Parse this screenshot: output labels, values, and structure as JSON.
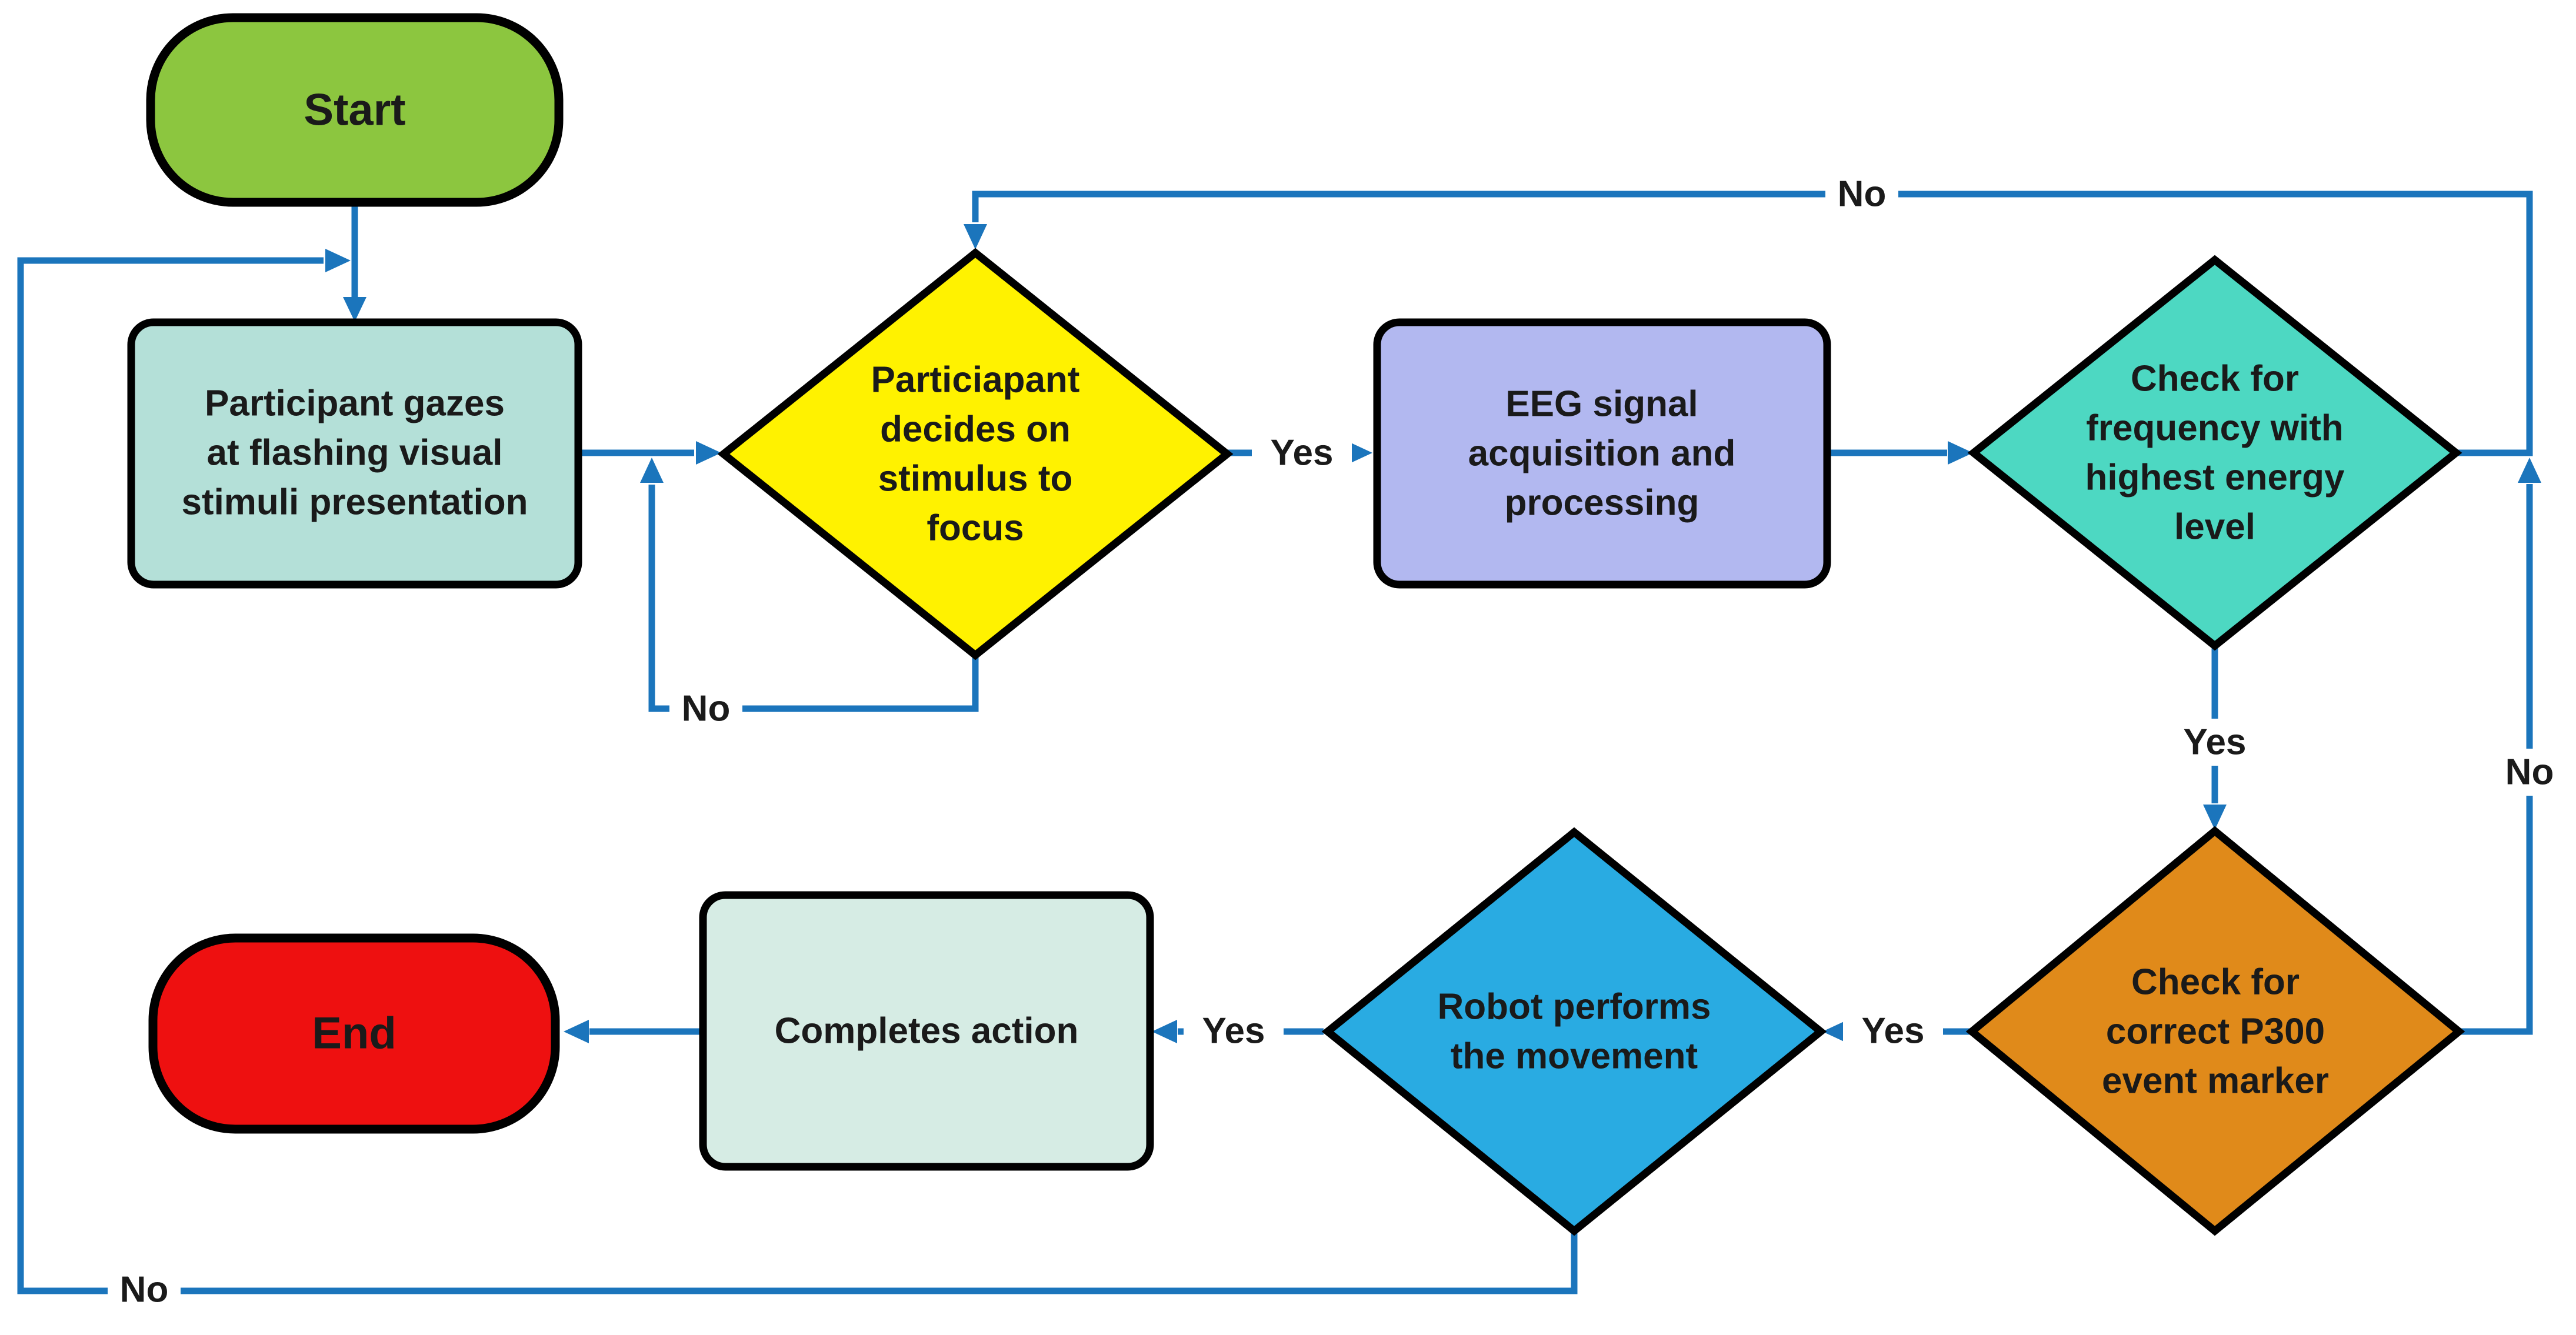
{
  "colors": {
    "arrow": "#1b75bc",
    "outline": "#000000",
    "background": "#ffffff"
  },
  "nodes": {
    "start": {
      "label": "Start",
      "fill": "#8cc63f"
    },
    "gaze": {
      "lines": [
        "Participant gazes",
        "at flashing visual",
        "stimuli presentation"
      ],
      "fill": "#b4e0d8"
    },
    "decide": {
      "lines": [
        "Particiapant",
        "decides on",
        "stimulus to",
        "focus"
      ],
      "fill": "#fff200"
    },
    "eeg": {
      "lines": [
        "EEG signal",
        "acquisition and",
        "processing"
      ],
      "fill": "#b2b8f0"
    },
    "freq": {
      "lines": [
        "Check for",
        "frequency with",
        "highest energy",
        "level"
      ],
      "fill": "#4dd8c2"
    },
    "p300": {
      "lines": [
        "Check for",
        "correct P300",
        "event marker"
      ],
      "fill": "#e08a1a"
    },
    "robot": {
      "lines": [
        "Robot performs",
        "the movement"
      ],
      "fill": "#29abe2"
    },
    "completes": {
      "label": "Completes action",
      "fill": "#d6ece4"
    },
    "end": {
      "label": "End",
      "fill": "#ee1010"
    }
  },
  "edges": {
    "decide_yes": "Yes",
    "decide_no": "No",
    "freq_no": "No",
    "freq_yes": "Yes",
    "p300_no": "No",
    "p300_yes": "Yes",
    "robot_yes": "Yes",
    "robot_no": "No"
  }
}
